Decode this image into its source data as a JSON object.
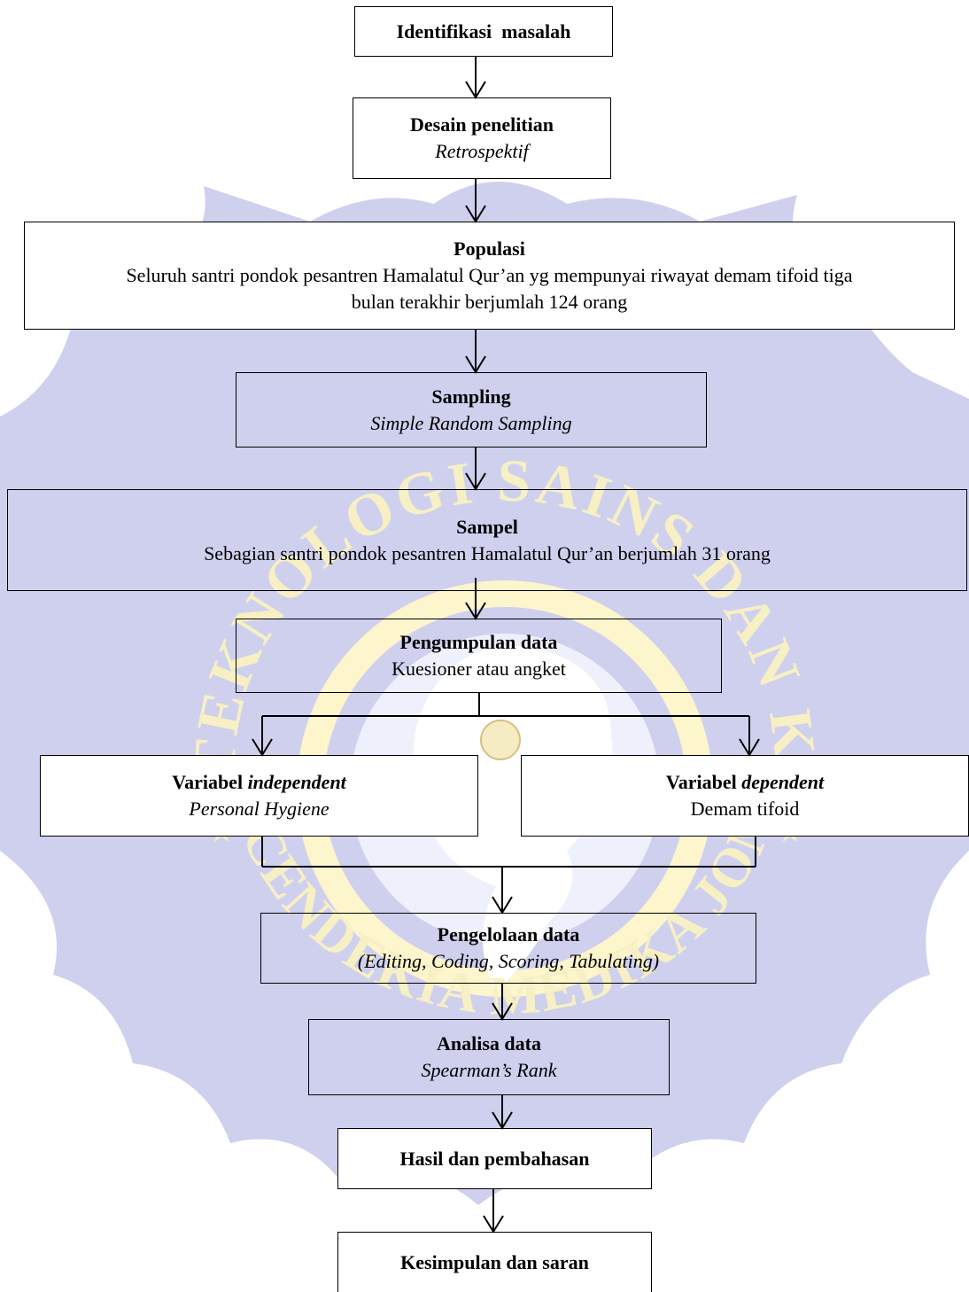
{
  "watermark": {
    "arc_text": "INSTITUT TEKNOLOGI SAINS DAN KESEHATAN",
    "bottom_text": "INSAN CENDEKIA MEDIKA JOMBANG",
    "colors": {
      "badge": "#cfd0ee",
      "ring": "#fdf5cc",
      "text": "#f6f0c4"
    }
  },
  "steps": {
    "identifikasi": {
      "title": "Identifikasi  masalah"
    },
    "desain": {
      "title": "Desain penelitian",
      "subtitle": "Retrospektif"
    },
    "populasi": {
      "title": "Populasi",
      "line1": "Seluruh santri pondok pesantren Hamalatul Qur’an yg mempunyai riwayat demam tifoid tiga",
      "line2": "bulan terakhir berjumlah 124 orang"
    },
    "sampling": {
      "title": "Sampling",
      "subtitle": "Simple Random Sampling"
    },
    "sampel": {
      "title": "Sampel",
      "line1": "Sebagian santri pondok pesantren Hamalatul Qur’an berjumlah 31 orang"
    },
    "pengumpulan": {
      "title": "Pengumpulan data",
      "subtitle": "Kuesioner atau angket"
    },
    "var_independent": {
      "title_prefix": "Variabel ",
      "title_italic": "independent",
      "subtitle": "Personal Hygiene"
    },
    "var_dependent": {
      "title_prefix": "Variabel ",
      "title_italic": "dependent",
      "subtitle": "Demam tifoid"
    },
    "pengelolaan": {
      "title": "Pengelolaan data",
      "subtitle": "(Editing, Coding, Scoring, Tabulating)"
    },
    "analisa": {
      "title": "Analisa data",
      "subtitle": "Spearman’s Rank"
    },
    "hasil": {
      "title": "Hasil dan pembahasan"
    },
    "kesimpulan": {
      "title": "Kesimpulan dan saran"
    }
  }
}
